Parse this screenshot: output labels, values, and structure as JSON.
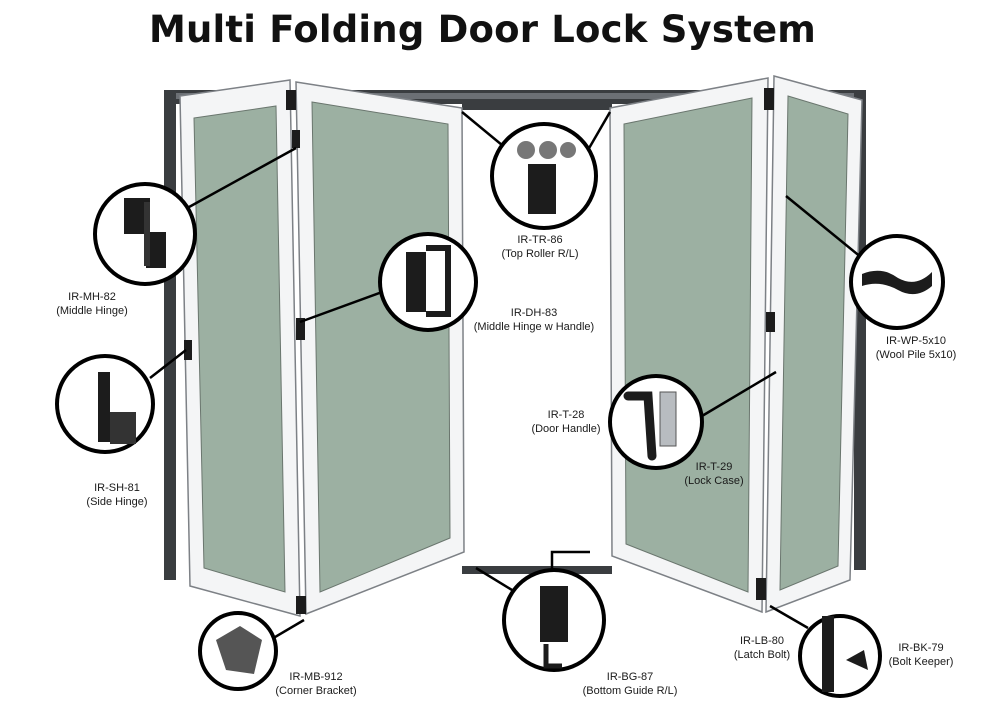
{
  "title": "Multi Folding Door Lock System",
  "colors": {
    "glass": "#9cb0a2",
    "frame": "#f4f5f6",
    "frame_edge": "#7d8186",
    "track": "#3a3d40",
    "hardware": "#1c1c1c",
    "callout_ring": "#000000",
    "text": "#1a1a1a"
  },
  "components": [
    {
      "code": "IR-TR-86",
      "name": "(Top Roller R/L)"
    },
    {
      "code": "IR-MH-82",
      "name": "(Middle Hinge)"
    },
    {
      "code": "IR-DH-83",
      "name": "(Middle Hinge w Handle)"
    },
    {
      "code": "IR-WP-5x10",
      "name": "(Wool Pile 5x10)"
    },
    {
      "code": "IR-SH-81",
      "name": "(Side Hinge)"
    },
    {
      "code": "IR-T-28",
      "name": "(Door Handle)"
    },
    {
      "code": "IR-T-29",
      "name": "(Lock Case)"
    },
    {
      "code": "IR-MB-912",
      "name": "(Corner Bracket)"
    },
    {
      "code": "IR-BG-87",
      "name": "(Bottom Guide R/L)"
    },
    {
      "code": "IR-LB-80",
      "name": "(Latch Bolt)"
    },
    {
      "code": "IR-BK-79",
      "name": "(Bolt Keeper)"
    }
  ]
}
